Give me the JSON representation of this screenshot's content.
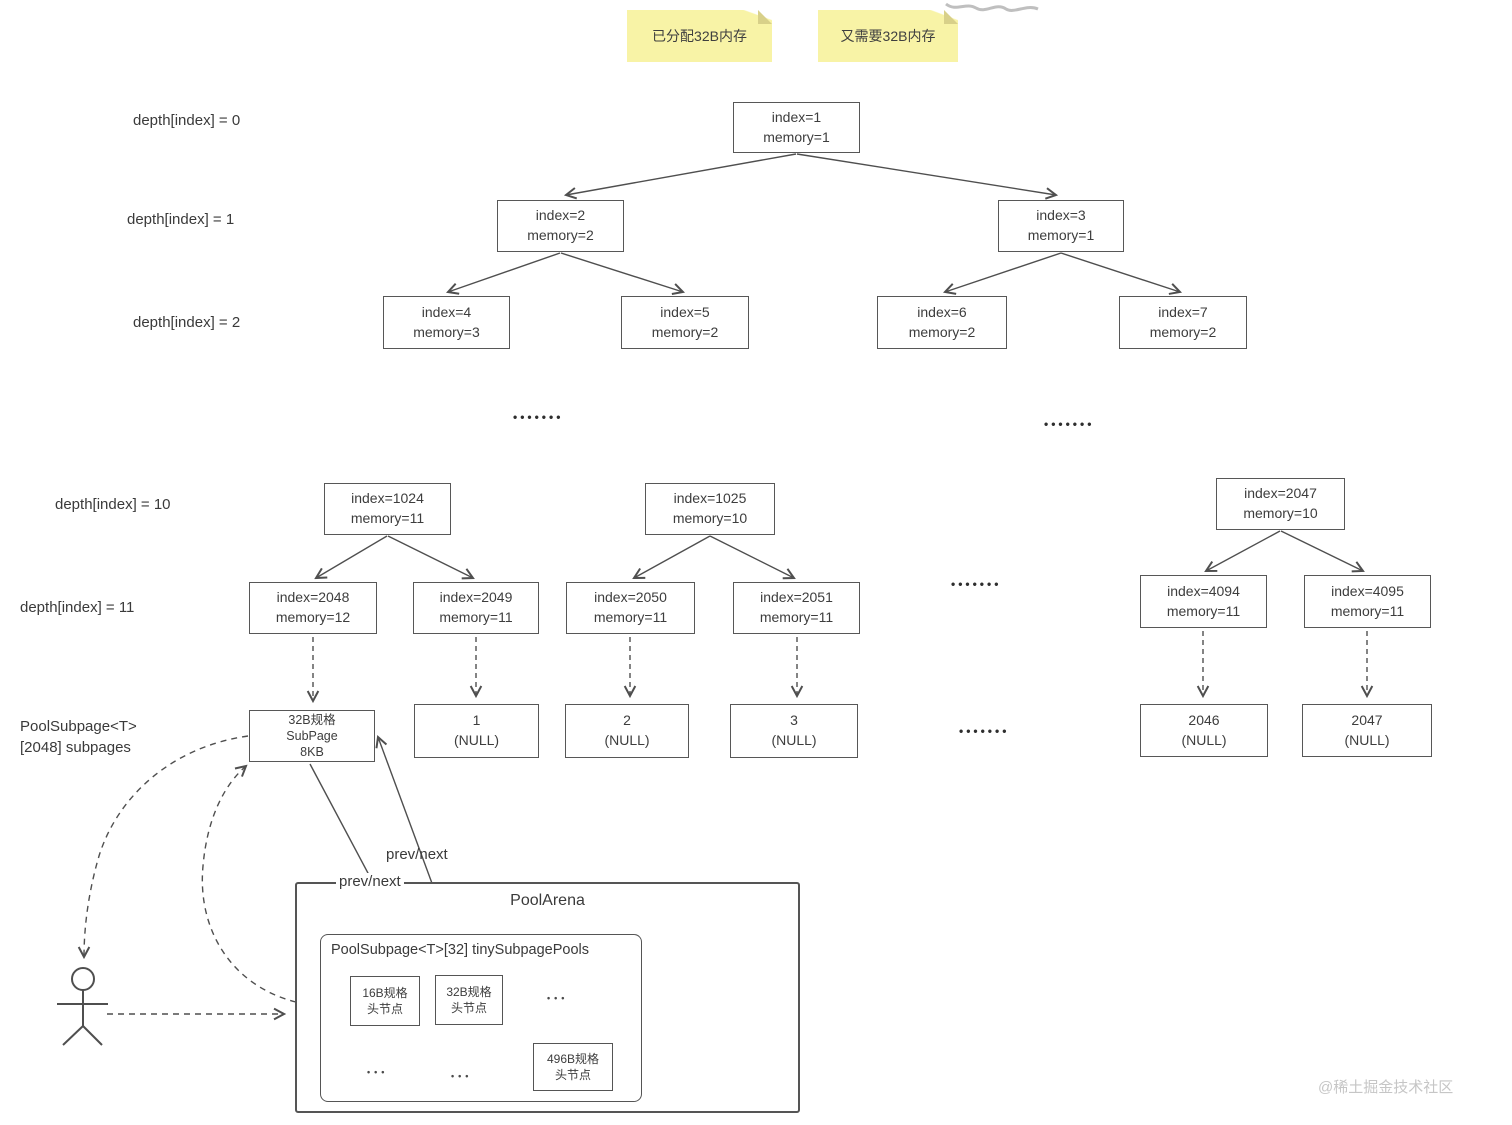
{
  "notes": [
    "已分配32B内存",
    "又需要32B内存"
  ],
  "labels": {
    "prev_next": "prev/next",
    "pool_label": [
      "PoolSubpage<T>",
      "[2048] subpages"
    ],
    "depth": [
      "depth[index] = 0",
      "depth[index] = 1",
      "depth[index] = 2",
      "depth[index] = 10",
      "depth[index] = 11"
    ]
  },
  "tree": {
    "n1": [
      "index=1",
      "memory=1"
    ],
    "n2": [
      "index=2",
      "memory=2"
    ],
    "n3": [
      "index=3",
      "memory=1"
    ],
    "n4": [
      "index=4",
      "memory=3"
    ],
    "n5": [
      "index=5",
      "memory=2"
    ],
    "n6": [
      "index=6",
      "memory=2"
    ],
    "n7": [
      "index=7",
      "memory=2"
    ],
    "n1024": [
      "index=1024",
      "memory=11"
    ],
    "n1025": [
      "index=1025",
      "memory=10"
    ],
    "n2047": [
      "index=2047",
      "memory=10"
    ],
    "n2048": [
      "index=2048",
      "memory=12"
    ],
    "n2049": [
      "index=2049",
      "memory=11"
    ],
    "n2050": [
      "index=2050",
      "memory=11"
    ],
    "n2051": [
      "index=2051",
      "memory=11"
    ],
    "n4094": [
      "index=4094",
      "memory=11"
    ],
    "n4095": [
      "index=4095",
      "memory=11"
    ]
  },
  "subpage": [
    "32B规格",
    "SubPage",
    "8KB"
  ],
  "nulls": {
    "n1": [
      "1",
      "(NULL)"
    ],
    "n2": [
      "2",
      "(NULL)"
    ],
    "n3": [
      "3",
      "(NULL)"
    ],
    "n2046": [
      "2046",
      "(NULL)"
    ],
    "n2047": [
      "2047",
      "(NULL)"
    ]
  },
  "dots": {
    "seven": "•••••••",
    "three": "•••"
  },
  "arena": {
    "title": "PoolArena",
    "subtitle": "PoolSubpage<T>[32] tinySubpagePools",
    "head16": [
      "16B规格",
      "头节点"
    ],
    "head32": [
      "32B规格",
      "头节点"
    ],
    "head496": [
      "496B规格",
      "头节点"
    ]
  },
  "watermark": "@稀土掘金技术社区",
  "colors": {
    "note_bg": "#f8f3a6",
    "note_fold": "#d8d089",
    "line": "#4f4f4f",
    "box_border": "#555555",
    "text": "#3d3d3d",
    "watermark": "#c6c6c6"
  }
}
